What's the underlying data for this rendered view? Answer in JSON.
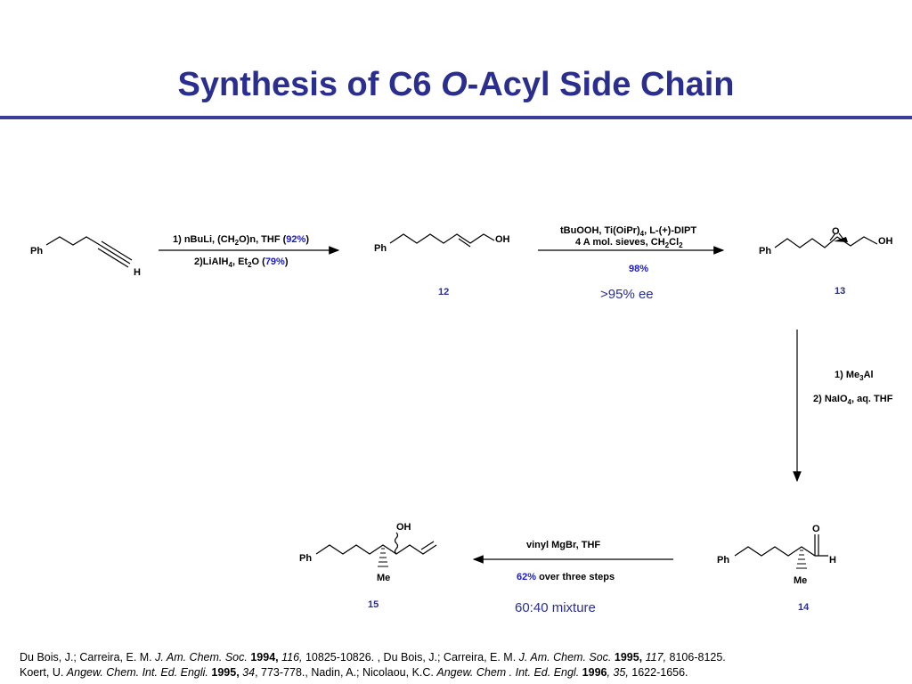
{
  "title": {
    "text_before": "Synthesis of C6 ",
    "text_italic": "O",
    "text_after": "-Acyl Side Chain"
  },
  "labels": {
    "ph": "Ph",
    "h": "H",
    "oh": "OH",
    "o": "O",
    "me": "Me"
  },
  "step1": {
    "line1_prefix": "1) nBuLi, (CH",
    "line1_sub": "2",
    "line1_mid": "O)n, THF (",
    "line1_yield": "92%",
    "line1_suffix": ")",
    "line2_prefix": "2)LiAlH",
    "line2_sub1": "4",
    "line2_mid": ", Et",
    "line2_sub2": "2",
    "line2_mid2": "O (",
    "line2_yield": "79%",
    "line2_suffix": ")"
  },
  "step2": {
    "line1_prefix": "tBuOOH, Ti(OiPr)",
    "line1_sub": "4",
    "line1_suffix": ", L-(+)-DIPT",
    "line2_prefix": "4 A mol. sieves, CH",
    "line2_sub1": "2",
    "line2_mid": "Cl",
    "line2_sub2": "2",
    "yield": "98%",
    "ee": ">95% ee"
  },
  "step3": {
    "line1_prefix": "1) Me",
    "line1_sub": "3",
    "line1_suffix": "Al",
    "line2_prefix": "2) NaIO",
    "line2_sub": "4",
    "line2_suffix": ", aq. THF"
  },
  "step4": {
    "reagent": "vinyl MgBr, THF",
    "yield": "62%",
    "yield_suffix": " over three steps",
    "note": "60:40 mixture"
  },
  "compounds": {
    "c12": "12",
    "c13": "13",
    "c14": "14",
    "c15": "15"
  },
  "references": {
    "r1_authors": "Du Bois, J.; Carreira, E. M. ",
    "r1_journal": "J. Am. Chem. Soc.",
    "r1_year": " 1994,",
    "r1_vol": " 116,",
    "r1_pages": " 10825-10826. , ",
    "r2_authors": "Du Bois, J.; Carreira, E. M. ",
    "r2_journal": "J. Am. Chem. Soc.",
    "r2_year": " 1995,",
    "r2_vol": " 117,",
    "r2_pages": " 8106-8125.",
    "r3_authors": "Koert, U. ",
    "r3_journal": "Angew. Chem. Int. Ed. Engli.",
    "r3_year": " 1995,",
    "r3_vol": " 34",
    "r3_pages": ", 773-778., ",
    "r4_authors": "Nadin, A.; Nicolaou, K.C. ",
    "r4_journal": "Angew. Chem . Int. Ed. Engl.",
    "r4_year": " 1996",
    "r4_vol": ", 35,",
    "r4_pages": " 1622-1656."
  },
  "colors": {
    "title": "#2a2e8f",
    "yield": "#1a1acc"
  }
}
